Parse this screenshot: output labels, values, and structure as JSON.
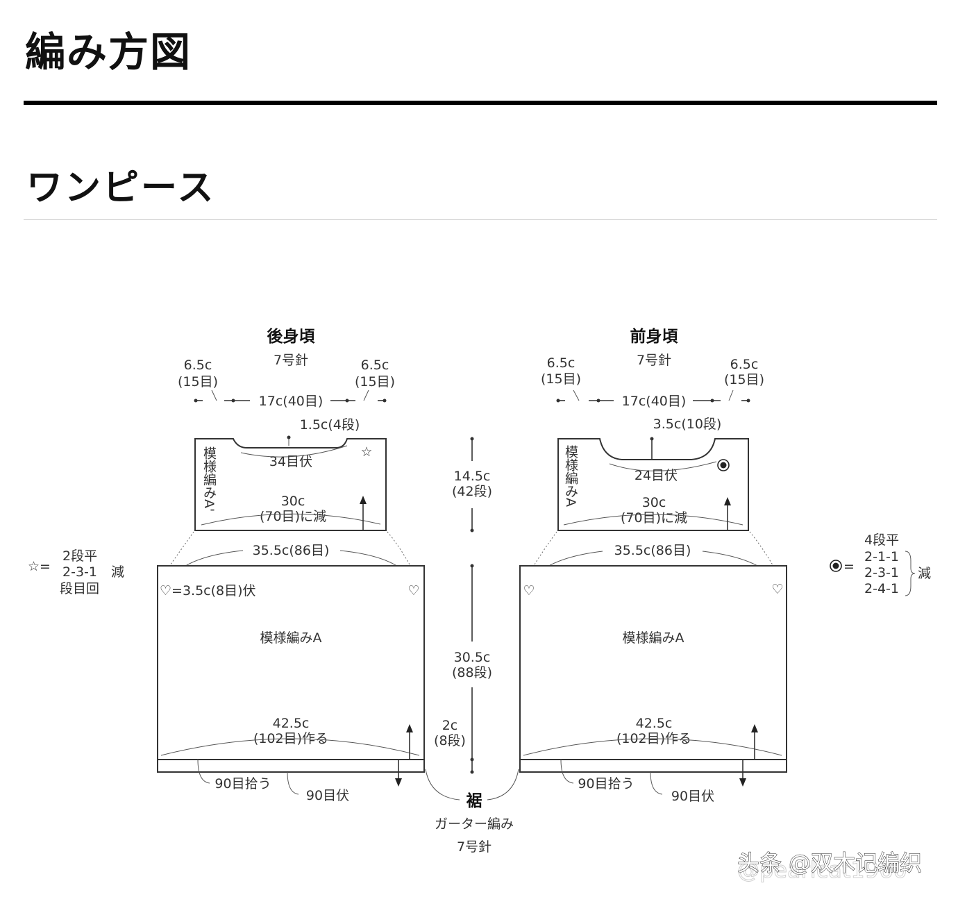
{
  "header": {
    "title": "編み方図",
    "section": "ワンピース"
  },
  "back": {
    "title": "後身頃",
    "needle": "7号針",
    "shoulder_left": "6.5c",
    "shoulder_left_st": "(15目)",
    "shoulder_right": "6.5c",
    "shoulder_right_st": "(15目)",
    "neck_width": "17c(40目)",
    "neck_depth": "1.5c(4段)",
    "neck_bindoff": "34目伏",
    "yoke_pattern": "模様編みA'",
    "yoke_width": "30c",
    "yoke_decrease": "(70目)に減",
    "body_width": "35.5c(86目)",
    "heart_note": "♡=3.5c(8目)伏",
    "body_pattern": "模様編みA",
    "cast_on_width": "42.5c",
    "cast_on_st": "(102目)作る",
    "pick_up": "90目拾う",
    "bind_off": "90目伏"
  },
  "front": {
    "title": "前身頃",
    "needle": "7号針",
    "shoulder_left": "6.5c",
    "shoulder_left_st": "(15目)",
    "shoulder_right": "6.5c",
    "shoulder_right_st": "(15目)",
    "neck_width": "17c(40目)",
    "neck_depth": "3.5c(10段)",
    "neck_bindoff": "24目伏",
    "yoke_pattern": "模様編みA",
    "yoke_width": "30c",
    "yoke_decrease": "(70目)に減",
    "body_width": "35.5c(86目)",
    "body_pattern": "模様編みA",
    "cast_on_width": "42.5c",
    "cast_on_st": "(102目)作る",
    "pick_up": "90目拾う",
    "bind_off": "90目伏"
  },
  "center": {
    "yoke_height": "14.5c",
    "yoke_rows": "(42段)",
    "body_height": "30.5c",
    "body_rows": "(88段)",
    "hem_height": "2c",
    "hem_rows": "(8段)",
    "hem_title": "裾",
    "hem_pattern": "ガーター編み",
    "hem_needle": "7号針"
  },
  "legend_star": {
    "symbol": "☆=",
    "line1": "2段平",
    "line2": "2-3-1",
    "line3": "段目回",
    "side": "減"
  },
  "legend_dot": {
    "symbol": "◉=",
    "line1": "4段平",
    "line2": "2-1-1",
    "line3": "2-3-1",
    "line4": "2-4-1",
    "side": "減"
  },
  "watermark": {
    "text": "头条 @双木记编织",
    "faint": "@pearlcat1960"
  }
}
